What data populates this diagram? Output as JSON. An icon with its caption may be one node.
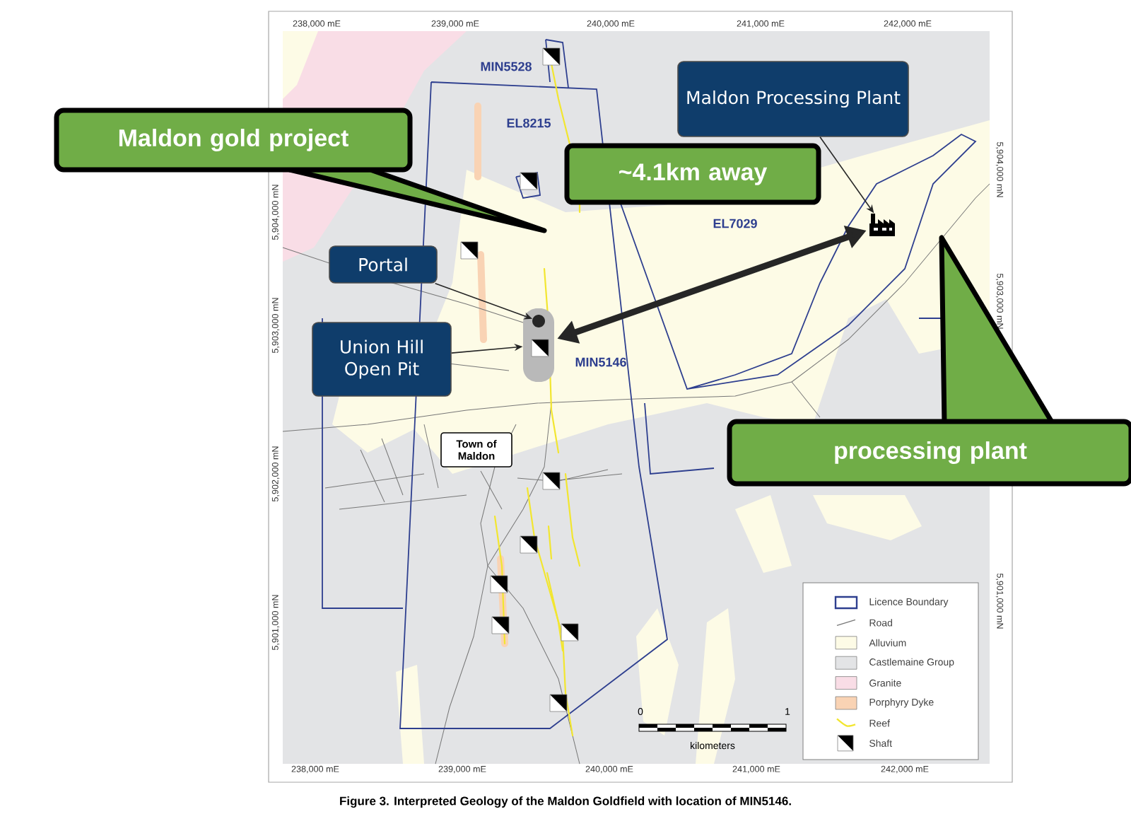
{
  "diagram": {
    "caption": "Figure 3.  Interpreted Geology of the Maldon Goldfield with location of MIN5146.",
    "nodes": [
      {
        "text": [
          "Maldon gold project"
        ]
      },
      {
        "text": [
          "~4.1km away"
        ]
      },
      {
        "text": [
          "Maldon Processing Plant"
        ]
      },
      {
        "text": [],
        "shape": "picture"
      },
      {
        "text": [
          "Portal"
        ]
      },
      {
        "text": [],
        "shape": "box"
      },
      {
        "text": [],
        "shape": "circle",
        "in": 5
      },
      {
        "text": [
          "Union Hill Open Pit"
        ]
      },
      {
        "text": [
          "Town of Maldon"
        ]
      },
      {
        "text": [
          "processing plant"
        ]
      }
    ],
    "edges": [
      {
        "from": 2,
        "to": 3,
        "arrow": "to"
      },
      {
        "from": 4,
        "to": 6,
        "arrow": "to"
      },
      {
        "from": 7,
        "to": 5,
        "arrow": "to"
      },
      {
        "from": 5,
        "to": 3,
        "arrow": "both",
        "style": "thick"
      }
    ],
    "labels": [
      "238,000 mE",
      "239,000 mE",
      "240,000 mE",
      "241,000 mE",
      "242,000 mE",
      "5,904,000 mN",
      "5,903,000 mN",
      "5,902,000 mN",
      "5,901,000 mN",
      "5,904,000 mN",
      "5,903,000 mN",
      "5,901,000 mN",
      "MIN5528",
      "EL8215",
      "EL7029",
      "MIN5146",
      "0",
      "1",
      "kilometers",
      "238,000 mE",
      "239,000 mE",
      "240,000 mE",
      "241,000 mE",
      "242,000 mE"
    ],
    "legend": [
      {
        "text": "Licence Boundary"
      },
      {
        "text": "Road"
      },
      {
        "text": "Alluvium",
        "color": "#fdfbe6"
      },
      {
        "text": "Castlemaine Group",
        "color": "#e3e4e6"
      },
      {
        "text": "Granite",
        "color": "#f9dde6"
      },
      {
        "text": "Porphyry Dyke",
        "color": "#f9d3b4"
      },
      {
        "text": "Reef"
      },
      {
        "text": "Shaft"
      }
    ]
  }
}
